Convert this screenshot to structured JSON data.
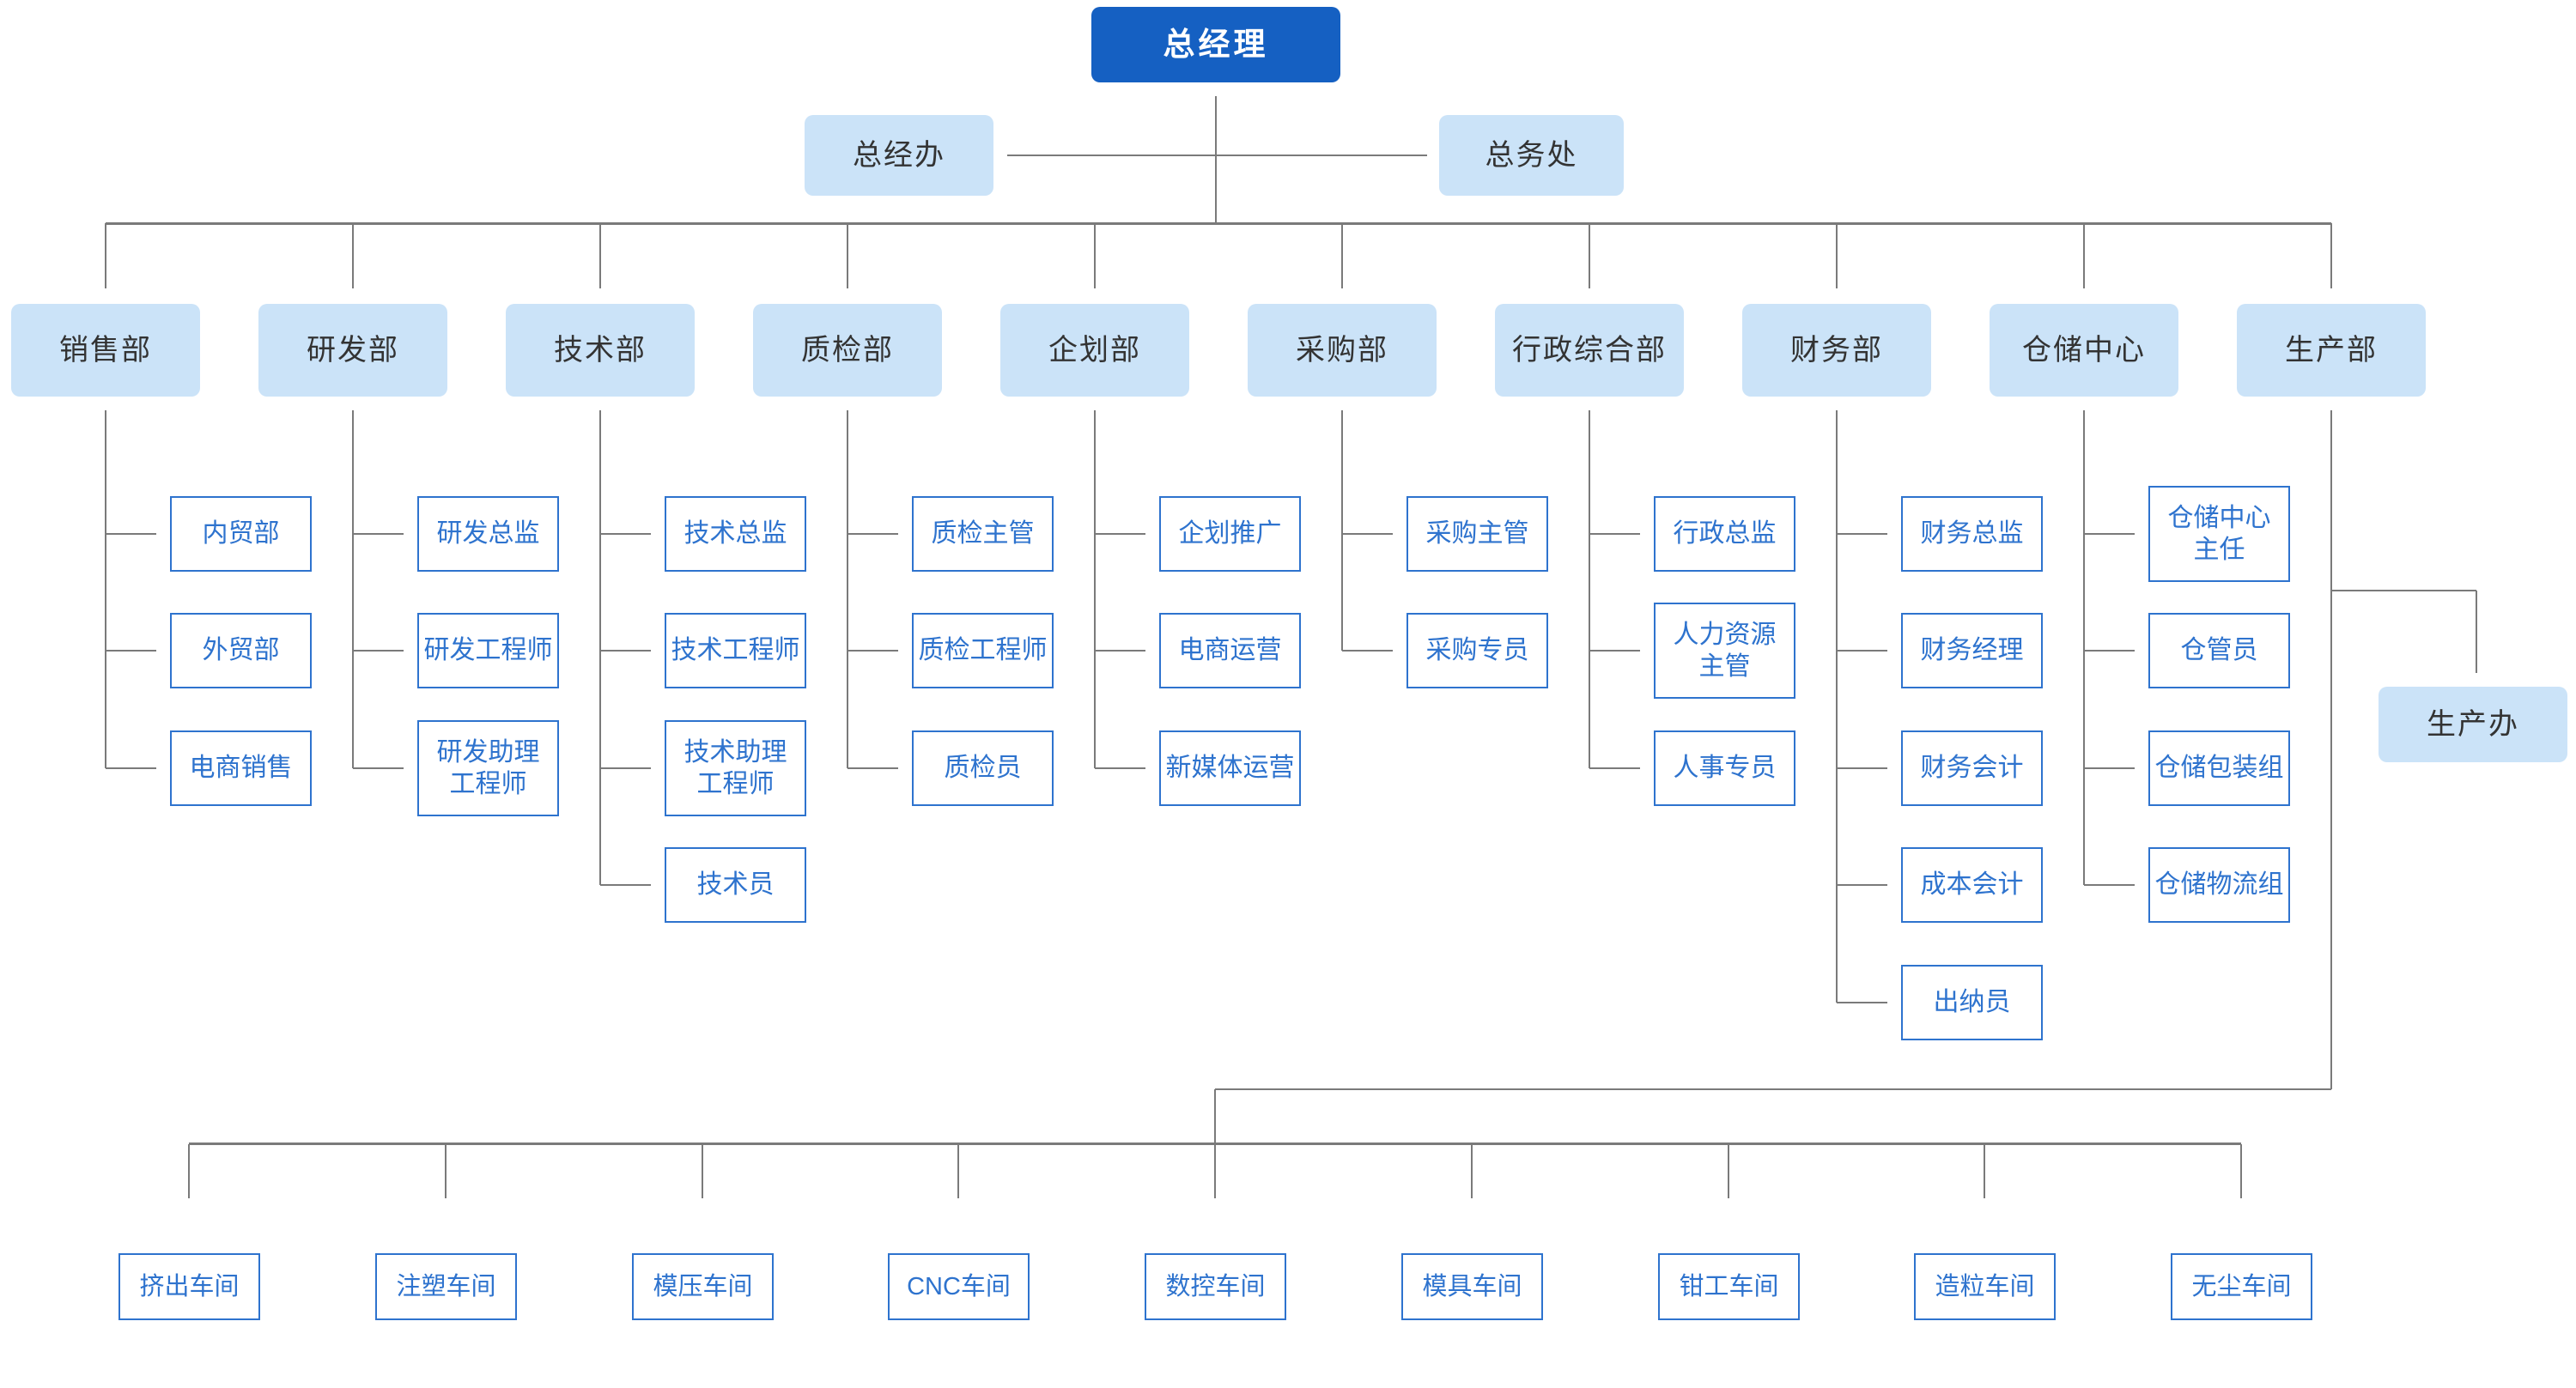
{
  "colors": {
    "root_box": "#1560C2",
    "root_text": "#FFFFFF",
    "light_box": "#CBE3F8",
    "dark_text": "#333333",
    "accent": "#2E73CE",
    "line": "#7A7A7A",
    "background": "#FFFFFF"
  },
  "root": {
    "label": "总经理"
  },
  "secondary": [
    {
      "id": "gm-office",
      "label": "总经办"
    },
    {
      "id": "general-affairs",
      "label": "总务处"
    }
  ],
  "departments": [
    {
      "id": "sales",
      "label": "销售部",
      "children": [
        {
          "label": "内贸部"
        },
        {
          "label": "外贸部"
        },
        {
          "label": "电商销售"
        }
      ]
    },
    {
      "id": "rnd",
      "label": "研发部",
      "children": [
        {
          "label": "研发总监"
        },
        {
          "label": "研发工程师"
        },
        {
          "label": "研发助理\n工程师",
          "two_line": true
        }
      ]
    },
    {
      "id": "tech",
      "label": "技术部",
      "children": [
        {
          "label": "技术总监"
        },
        {
          "label": "技术工程师"
        },
        {
          "label": "技术助理\n工程师",
          "two_line": true
        },
        {
          "label": "技术员"
        }
      ]
    },
    {
      "id": "qc",
      "label": "质检部",
      "children": [
        {
          "label": "质检主管"
        },
        {
          "label": "质检工程师"
        },
        {
          "label": "质检员"
        }
      ]
    },
    {
      "id": "planning",
      "label": "企划部",
      "children": [
        {
          "label": "企划推广"
        },
        {
          "label": "电商运营"
        },
        {
          "label": "新媒体运营"
        }
      ]
    },
    {
      "id": "procurement",
      "label": "采购部",
      "children": [
        {
          "label": "采购主管"
        },
        {
          "label": "采购专员"
        }
      ]
    },
    {
      "id": "admin",
      "label": "行政综合部",
      "children": [
        {
          "label": "行政总监"
        },
        {
          "label": "人力资源\n主管",
          "two_line": true
        },
        {
          "label": "人事专员"
        }
      ]
    },
    {
      "id": "finance",
      "label": "财务部",
      "children": [
        {
          "label": "财务总监"
        },
        {
          "label": "财务经理"
        },
        {
          "label": "财务会计"
        },
        {
          "label": "成本会计"
        },
        {
          "label": "出纳员"
        }
      ]
    },
    {
      "id": "warehouse",
      "label": "仓储中心",
      "children": [
        {
          "label": "仓储中心\n主任",
          "two_line": true
        },
        {
          "label": "仓管员"
        },
        {
          "label": "仓储包装组"
        },
        {
          "label": "仓储物流组"
        }
      ]
    },
    {
      "id": "production",
      "label": "生产部",
      "children": []
    }
  ],
  "production_office": {
    "label": "生产办"
  },
  "workshops": [
    {
      "id": "extrusion",
      "label": "挤出车间"
    },
    {
      "id": "injection",
      "label": "注塑车间"
    },
    {
      "id": "molding",
      "label": "模压车间"
    },
    {
      "id": "cnc",
      "label": "CNC车间"
    },
    {
      "id": "nc",
      "label": "数控车间"
    },
    {
      "id": "mold",
      "label": "模具车间"
    },
    {
      "id": "fitter",
      "label": "钳工车间"
    },
    {
      "id": "granulation",
      "label": "造粒车间"
    },
    {
      "id": "dust-free",
      "label": "无尘车间"
    }
  ]
}
